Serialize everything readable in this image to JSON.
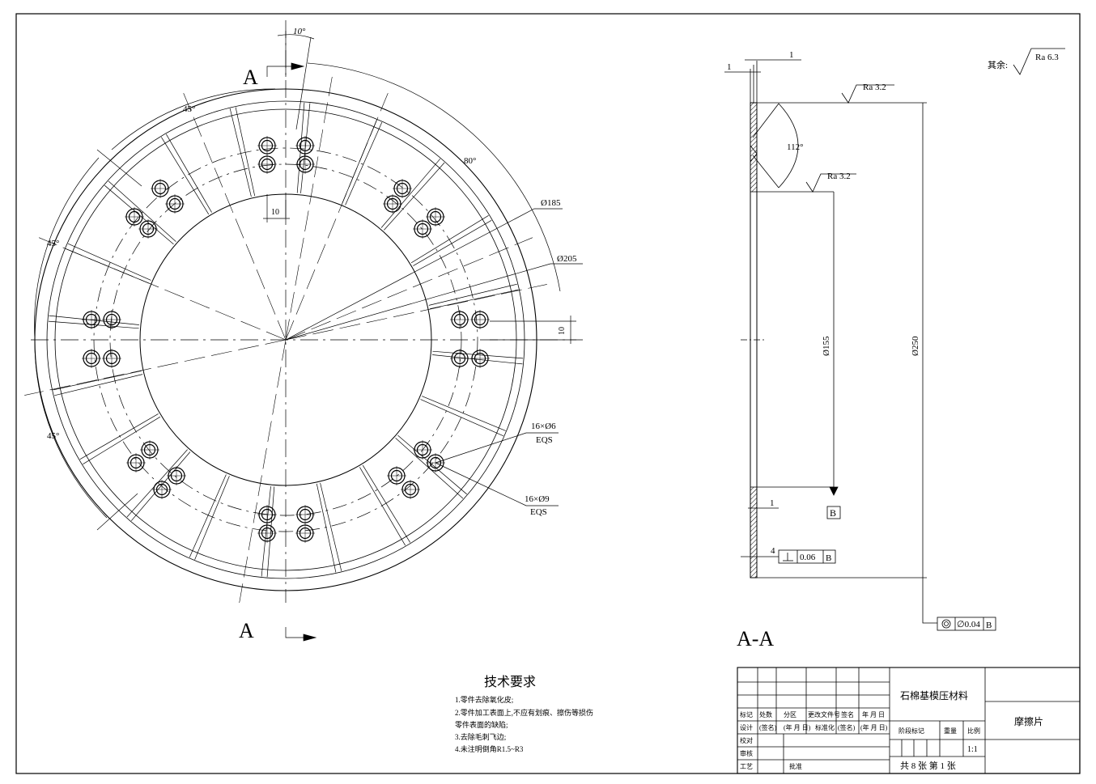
{
  "views": {
    "front": {
      "section_label_top": "A",
      "section_label_bottom": "A",
      "dims": {
        "angle_top": "10°",
        "angle_45_top": "45°",
        "angle_45_left": "45°",
        "angle_45_bottom": "45°",
        "angle_80": "80°",
        "dia_185": "Ø185",
        "dia_205": "Ø205",
        "width_10_top": "10",
        "width_10_right": "10",
        "hole_6_count": "16×Ø6",
        "hole_6_eqs": "EQS",
        "hole_9_count": "16×Ø9",
        "hole_9_eqs": "EQS"
      }
    },
    "section": {
      "label": "A-A",
      "roughness_other_prefix": "其余:",
      "roughness_other": "Ra 6.3",
      "roughness_top": "Ra 3.2",
      "roughness_mid": "Ra 3.2",
      "angle_112": "112°",
      "dim_1_top": "1",
      "dim_1_left": "1",
      "dim_1_bottom": "1",
      "dim_4": "4",
      "dia_155": "Ø155",
      "dia_250": "Ø250",
      "datum": "B",
      "perp_tol": "0.06",
      "perp_datum": "B",
      "conc_tol": "∅0.04",
      "conc_datum": "B"
    }
  },
  "tech_requirements": {
    "title": "技术要求",
    "lines": [
      "1.零件去除氧化皮;",
      "2.零件加工表面上,不应有划痕、擦伤等损伤",
      "零件表面的缺陷;",
      "3.去除毛刺飞边;",
      "4.未注明倒角R1.5~R3"
    ]
  },
  "title_block": {
    "material": "石棉基模压材料",
    "part_name": "摩擦片",
    "row_headers": [
      "标记",
      "处数",
      "分区",
      "更改文件号",
      "签名",
      "年 月 日"
    ],
    "design_row": [
      "设计",
      "(签名)",
      "(年 月 日)",
      "标准化",
      "(签名)",
      "(年 月 日)"
    ],
    "check": "校对",
    "review": "审核",
    "process": "工艺",
    "approve": "批准",
    "stage_label": "阶段标记",
    "weight_label": "重量",
    "scale_label": "比例",
    "scale": "1:1",
    "sheets": "共 8 张 第 1 张"
  }
}
